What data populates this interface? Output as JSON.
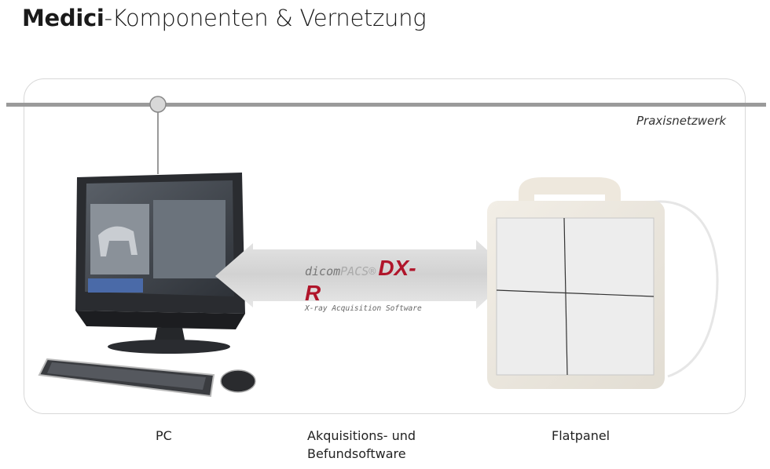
{
  "title": {
    "bold": "Medici",
    "rest": "-Komponenten & Vernetzung"
  },
  "network_label": "Praxisnetzwerk",
  "logo": {
    "dicom": "dicom",
    "pacs": "PACS",
    "reg": "®",
    "product": "DX-R",
    "subtitle": "X-ray Acquisition Software"
  },
  "labels": {
    "pc": "PC",
    "software_line1": "Akquisitions- und",
    "software_line2": "Befundsoftware",
    "flatpanel": "Flatpanel"
  }
}
